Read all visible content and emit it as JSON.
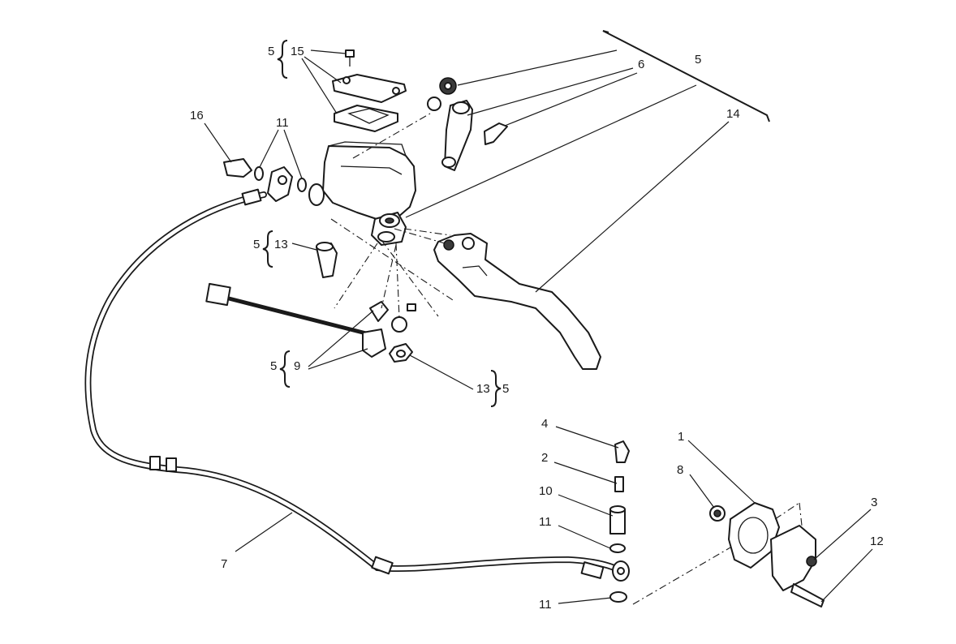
{
  "callouts": {
    "c1": "1",
    "c2": "2",
    "c3": "3",
    "c4": "4",
    "c5_top_left": "5",
    "c5_top_right": "5",
    "c5_mid_left": "5",
    "c5_lower_left": "5",
    "c5_lower_right": "5",
    "c6": "6",
    "c7": "7",
    "c8": "8",
    "c9": "9",
    "c10": "10",
    "c11_upper": "11",
    "c11_mid": "11",
    "c11_low": "11",
    "c12": "12",
    "c13_upper": "13",
    "c13_lower": "13",
    "c14": "14",
    "c15": "15",
    "c16": "16"
  },
  "colors": {
    "line": "#1a1a1a",
    "background": "#ffffff"
  }
}
